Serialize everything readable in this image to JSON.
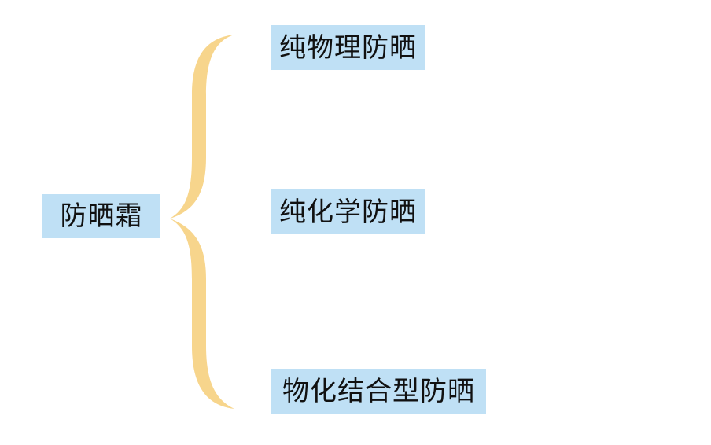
{
  "diagram": {
    "type": "brace-classification",
    "root": {
      "label": "防晒霜"
    },
    "children": [
      {
        "label": "纯物理防晒"
      },
      {
        "label": "纯化学防晒"
      },
      {
        "label": "物化结合型防晒"
      }
    ],
    "colors": {
      "box_fill": "#bfe0f5",
      "brace": "#f7d58c",
      "text": "#111111",
      "background": "#ffffff"
    }
  }
}
